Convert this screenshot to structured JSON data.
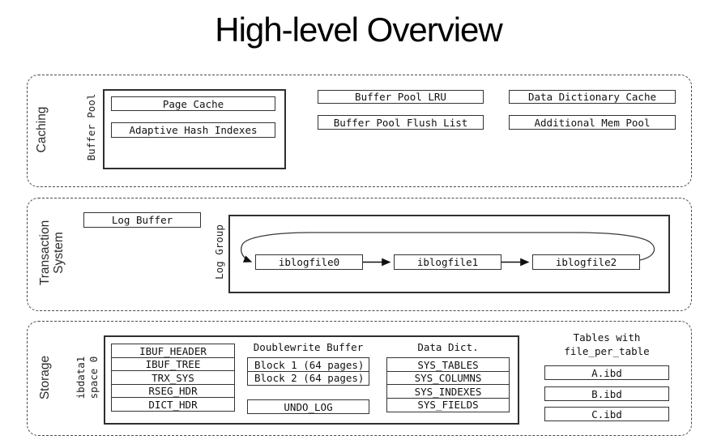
{
  "title": "High-level Overview",
  "colors": {
    "background": "#ffffff",
    "box_border": "#333333",
    "section_border": "#4a4a4a",
    "text": "#111111"
  },
  "sections": {
    "caching": {
      "label": "Caching",
      "buffer_pool": {
        "label": "Buffer Pool",
        "items": [
          "Page Cache",
          "Adaptive Hash Indexes"
        ]
      },
      "boxes": [
        "Buffer Pool LRU",
        "Buffer Pool Flush List",
        "Data Dictionary Cache",
        "Additional Mem Pool"
      ]
    },
    "transaction": {
      "label_line1": "Transaction",
      "label_line2": "System",
      "log_buffer": "Log Buffer",
      "log_group": {
        "label": "Log Group",
        "files": [
          "iblogfile0",
          "iblogfile1",
          "iblogfile2"
        ]
      }
    },
    "storage": {
      "label": "Storage",
      "ibdata_label_line1": "ibdata1",
      "ibdata_label_line2": "space 0",
      "system_pages": [
        "IBUF_HEADER",
        "IBUF_TREE",
        "TRX_SYS",
        "RSEG_HDR",
        "DICT_HDR"
      ],
      "doublewrite": {
        "title": "Doublewrite Buffer",
        "blocks": [
          "Block 1 (64 pages)",
          "Block 2 (64 pages)"
        ],
        "undo": "UNDO_LOG"
      },
      "data_dict": {
        "title": "Data Dict.",
        "tables": [
          "SYS_TABLES",
          "SYS_COLUMNS",
          "SYS_INDEXES",
          "SYS_FIELDS"
        ]
      },
      "file_per_table": {
        "title_line1": "Tables with",
        "title_line2": "file_per_table",
        "files": [
          "A.ibd",
          "B.ibd",
          "C.ibd"
        ]
      }
    }
  }
}
